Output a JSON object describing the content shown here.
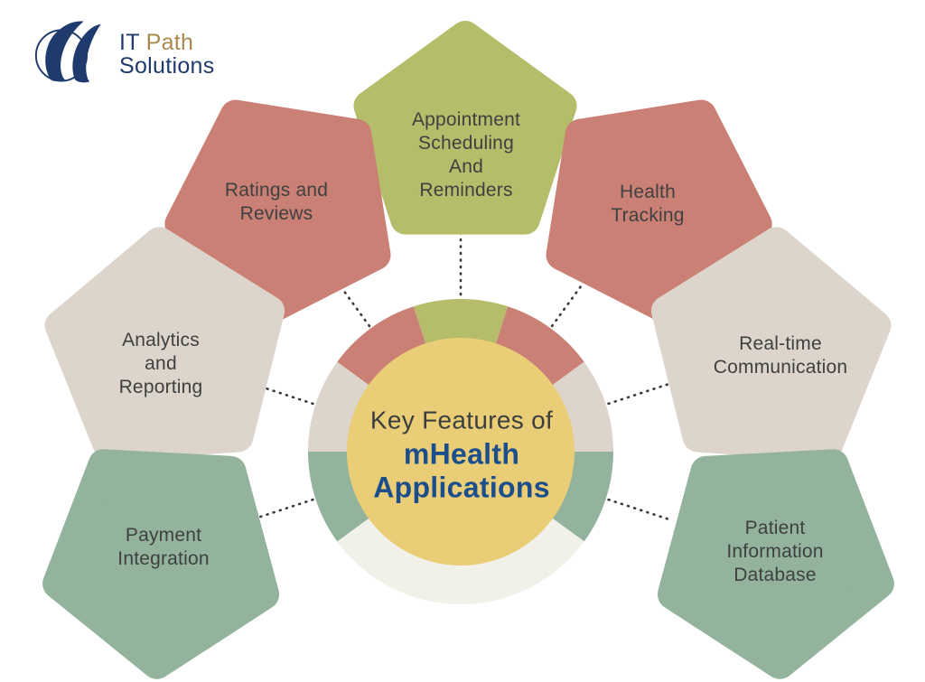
{
  "palette": {
    "background": "#ffffff",
    "olive": "#b5bd6b",
    "salmon": "#cb8076",
    "beige": "#ddd5cb",
    "sage": "#94b39d",
    "center_yellow": "#e9ce77",
    "ring_offwhite": "#f1f1ea",
    "label_text": "#3f4040",
    "navy": "#1d4e8c",
    "connector": "#3a3a3a",
    "logo_navy": "#1f3b6d",
    "logo_gold": "#a8894e"
  },
  "logo": {
    "it": "IT ",
    "path": "Path",
    "solutions": "Solutions"
  },
  "center": {
    "title": "Key Features of",
    "subtitle": "mHealth\nApplications"
  },
  "features": [
    {
      "name": "appointment-scheduling-and-reminders",
      "label": "Appointment\nScheduling\nAnd\nReminders",
      "color": "#b5bd6b"
    },
    {
      "name": "ratings-and-reviews",
      "label": "Ratings and\nReviews",
      "color": "#cb8076"
    },
    {
      "name": "health-tracking",
      "label": "Health\nTracking",
      "color": "#cb8076"
    },
    {
      "name": "analytics-and-reporting",
      "label": "Analytics\nand\nReporting",
      "color": "#ddd5cb"
    },
    {
      "name": "real-time-communication",
      "label": "Real-time\nCommunication",
      "color": "#ddd5cb"
    },
    {
      "name": "payment-integration",
      "label": "Payment\nIntegration",
      "color": "#94b39d"
    },
    {
      "name": "patient-information-database",
      "label": "Patient\nInformation\nDatabase",
      "color": "#94b39d"
    }
  ],
  "ring": {
    "segments": [
      {
        "position": "top",
        "color": "#b5bd6b"
      },
      {
        "position": "upper-right",
        "color": "#cb8076"
      },
      {
        "position": "right",
        "color": "#ddd5cb"
      },
      {
        "position": "lower-right",
        "color": "#94b39d"
      },
      {
        "position": "bottom",
        "color": "#f1f1ea"
      },
      {
        "position": "lower-left",
        "color": "#94b39d"
      },
      {
        "position": "left",
        "color": "#ddd5cb"
      },
      {
        "position": "upper-left",
        "color": "#cb8076"
      }
    ]
  }
}
